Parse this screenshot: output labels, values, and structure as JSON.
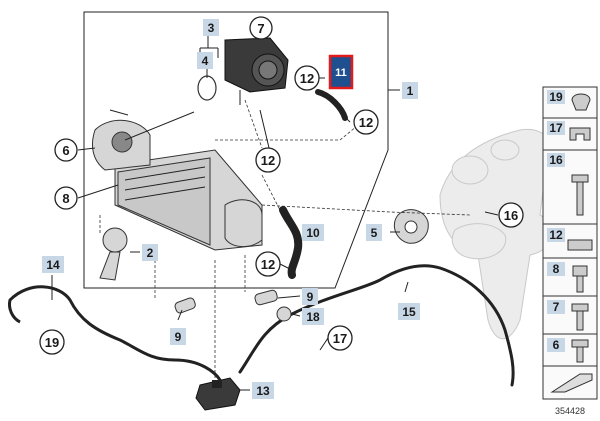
{
  "colors": {
    "callout_fill": "#ffffff",
    "square_fill": "#c8d7e6",
    "highlight_fill": "#1f4f8f",
    "highlight_border": "#e41b1b",
    "line": "#222222"
  },
  "highlight_label": "11",
  "circle_labels": {
    "c7": "7",
    "c12a": "12",
    "c12b": "12",
    "c12c": "12",
    "c12d": "12",
    "c6": "6",
    "c8": "8",
    "c16": "16",
    "c19": "19",
    "c17": "17"
  },
  "square_labels": {
    "s3": "3",
    "s4": "4",
    "s1": "1",
    "s10": "10",
    "s2": "2",
    "s5": "5",
    "s14": "14",
    "s9a": "9",
    "s18": "18",
    "s15": "15",
    "s9b": "9",
    "s13": "13"
  },
  "side_panel": {
    "items": [
      "19",
      "17",
      "16",
      "12",
      "8",
      "7",
      "6"
    ]
  },
  "reference_number": "354428"
}
